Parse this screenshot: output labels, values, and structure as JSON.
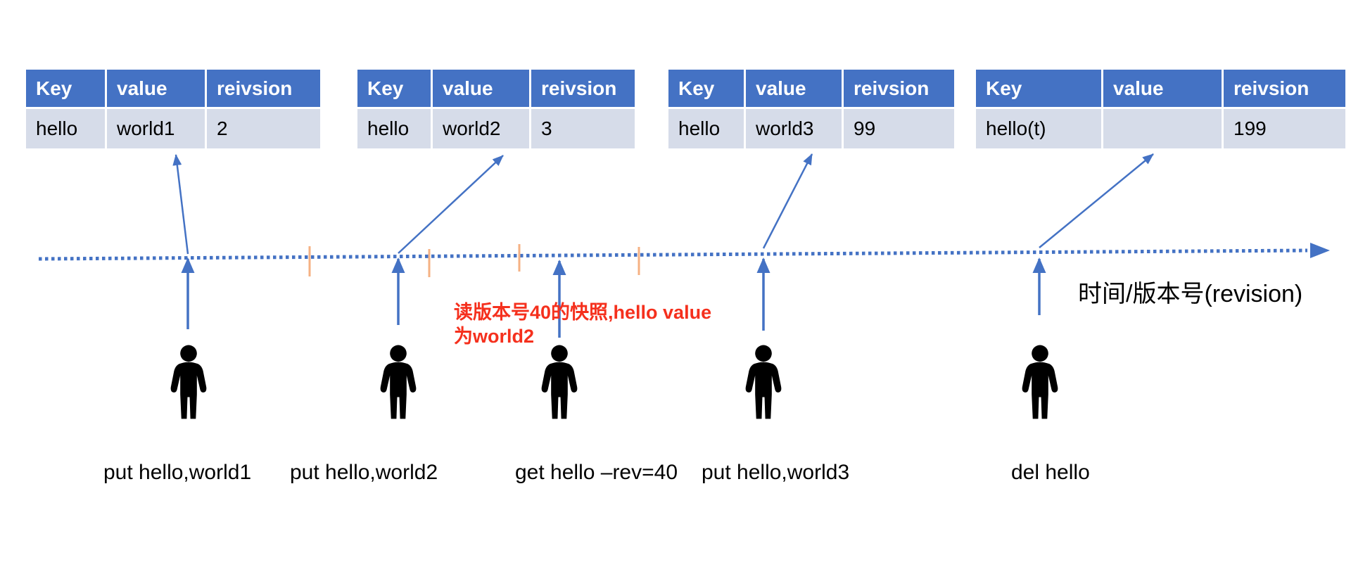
{
  "tables": [
    {
      "columns": [
        "Key",
        "value",
        "reivsion"
      ],
      "row": [
        "hello",
        "world1",
        "2"
      ]
    },
    {
      "columns": [
        "Key",
        "value",
        "reivsion"
      ],
      "row": [
        "hello",
        "world2",
        "3"
      ]
    },
    {
      "columns": [
        "Key",
        "value",
        "reivsion"
      ],
      "row": [
        "hello",
        "world3",
        "99"
      ]
    },
    {
      "columns": [
        "Key",
        "value",
        "reivsion"
      ],
      "row": [
        "hello(t)",
        "",
        "199"
      ]
    }
  ],
  "axis_label": "时间/版本号(revision)",
  "annotation": {
    "line1": "读版本号40的快照,hello value",
    "line2": "为world2"
  },
  "commands": [
    "put hello,world1",
    "put hello,world2",
    "get hello –rev=40",
    "put hello,world3",
    "del hello"
  ],
  "colors": {
    "table_header_bg": "#4472C4",
    "table_row_bg": "#D6DCE9",
    "arrow_blue": "#4472C4",
    "tick_orange": "#F5B183",
    "annotation_red": "#F5301D",
    "person_black": "#000000"
  }
}
